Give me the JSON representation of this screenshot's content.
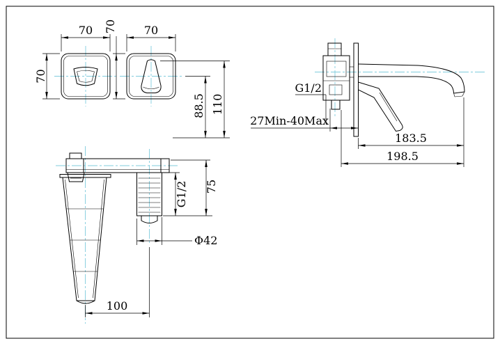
{
  "drawing": {
    "colors": {
      "line": "#000000",
      "centerline": "#7fccdd",
      "background": "#ffffff"
    },
    "dimensions": {
      "left_plate_width": "70",
      "left_plate_height": "70",
      "right_plate_width": "70",
      "right_plate_height": "70",
      "center_height": "88.5",
      "overall_height": "110",
      "inlet_thread": "G1/2",
      "wall_depth_range": "27Min-40Max",
      "spout_reach": "183.5",
      "overall_reach": "198.5",
      "outlet_thread": "G1/2",
      "thread_section_height": "75",
      "body_diameter": "Φ42",
      "spout_offset": "100"
    }
  }
}
